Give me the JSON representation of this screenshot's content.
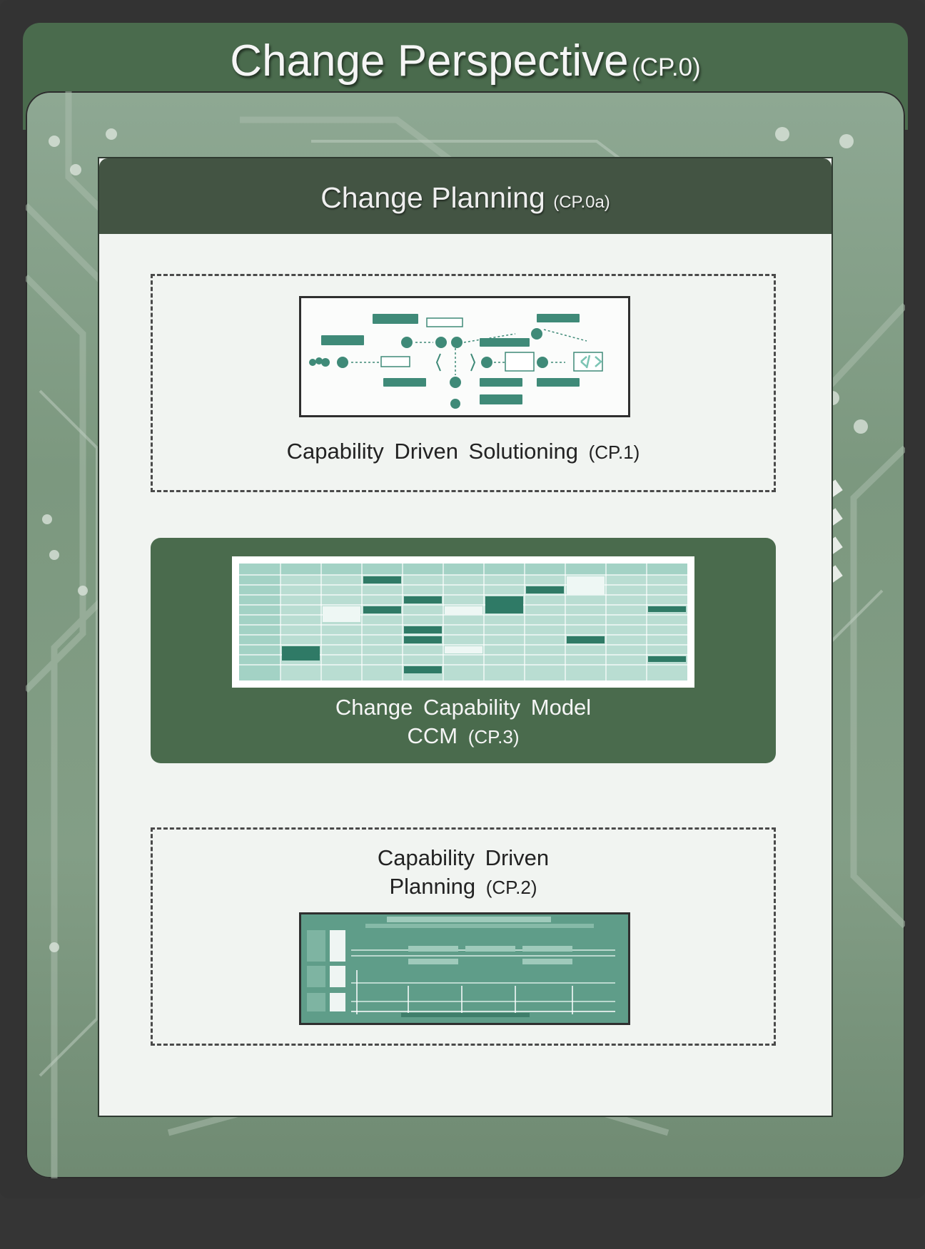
{
  "page": {
    "title": "Change Perspective",
    "title_code": "(CP.0)"
  },
  "panel": {
    "title": "Change Planning",
    "title_code": "(CP.0a)"
  },
  "cards": [
    {
      "line1": "Capability  Driven  Solutioning",
      "code": "(CP.1)"
    },
    {
      "line1": "Change  Capability  Model",
      "line2": "CCM",
      "code": "(CP.3)"
    },
    {
      "line1": "Capability  Driven",
      "line2": "Planning",
      "code": "(CP.2)"
    }
  ],
  "colors": {
    "header_green": "#4a6b4d",
    "panel_header": "#435443",
    "panel_bg": "#f1f4f1",
    "accent_teal": "#3f8a78"
  }
}
